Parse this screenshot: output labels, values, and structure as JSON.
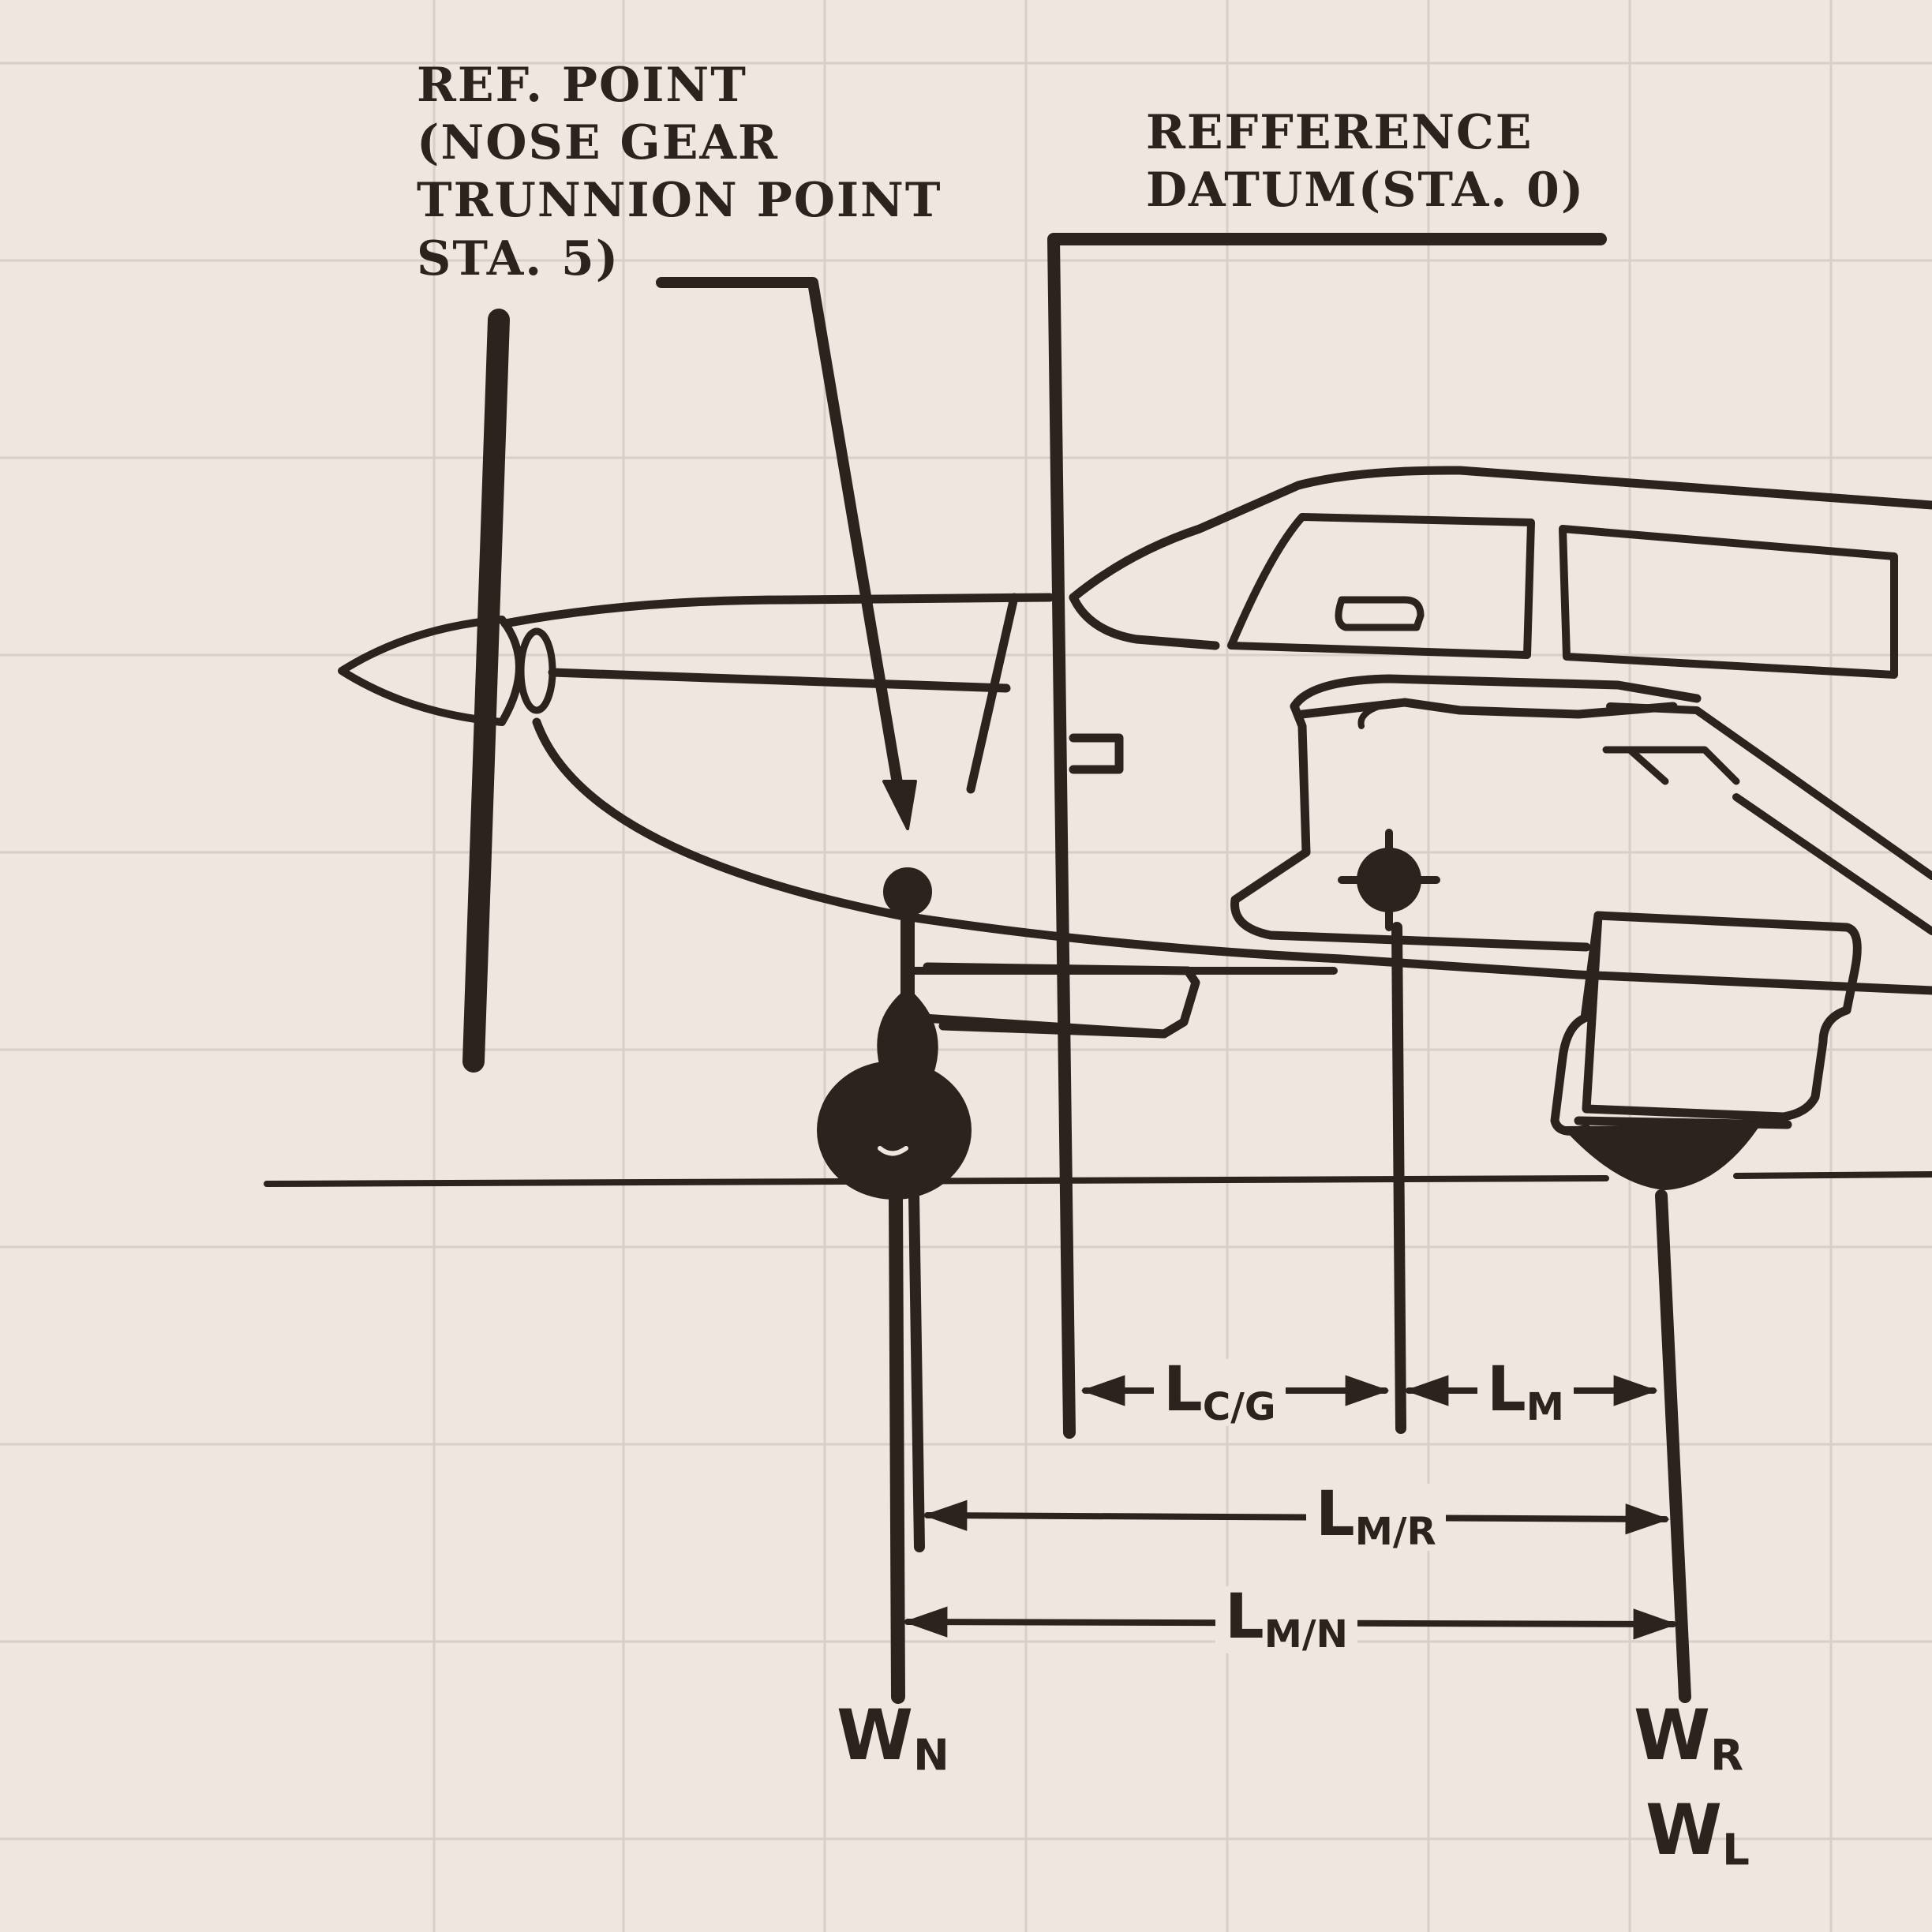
{
  "labels": {
    "ref_point": [
      "REF. POINT",
      "(NOSE GEAR",
      "TRUNNION POINT",
      "STA. 5)"
    ],
    "datum": [
      "REFFERENCE",
      "DATUM(STA. 0)"
    ]
  },
  "dimensions": {
    "lcg": {
      "main": "L",
      "sub": "C/G"
    },
    "lm": {
      "main": "L",
      "sub": "M"
    },
    "lmr": {
      "main": "L",
      "sub": "M/R"
    },
    "lmn": {
      "main": "L",
      "sub": "M/N"
    }
  },
  "weights": {
    "wn": {
      "main": "W",
      "sub": "N"
    },
    "wr": {
      "main": "W",
      "sub": "R"
    },
    "wl": {
      "main": "W",
      "sub": "L"
    }
  },
  "colors": {
    "ink": "#2c231f",
    "paper": "#efe6df",
    "grid": "#d9cfc8"
  }
}
